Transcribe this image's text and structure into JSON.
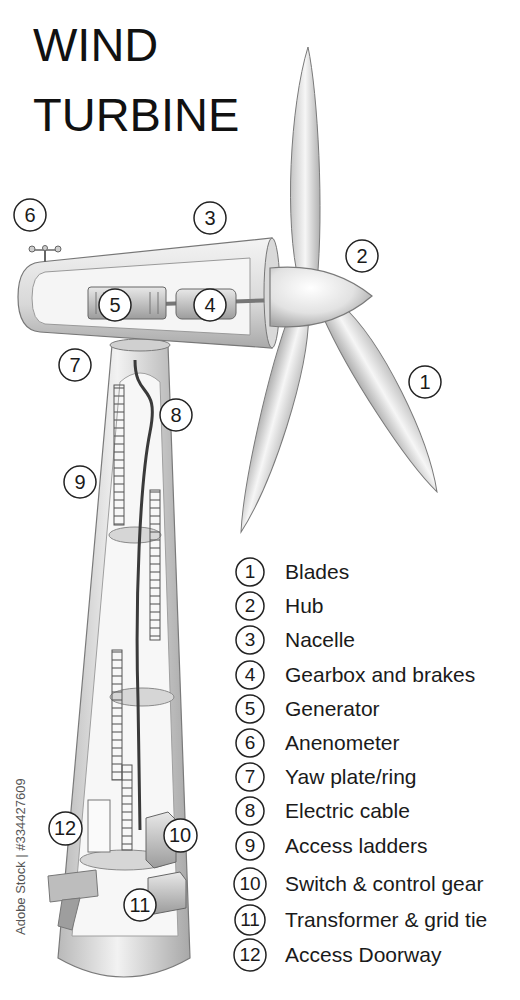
{
  "diagram": {
    "title": "WIND TURBINE",
    "nodes": [
      {
        "text": [
          "6"
        ]
      },
      {
        "text": [
          "3"
        ]
      },
      {
        "text": [
          "2"
        ]
      },
      {
        "text": [
          "5"
        ]
      },
      {
        "text": [
          "4"
        ]
      },
      {
        "text": [
          "7"
        ]
      },
      {
        "text": [
          "1"
        ]
      },
      {
        "text": [
          "8"
        ]
      },
      {
        "text": [
          "9"
        ]
      },
      {
        "text": [
          "12"
        ]
      },
      {
        "text": [
          "10"
        ]
      },
      {
        "text": [
          "11"
        ]
      },
      {
        "text": [
          "1",
          "Blades"
        ]
      },
      {
        "text": [
          "2",
          "Hub"
        ]
      },
      {
        "text": [
          "3",
          "Nacelle"
        ]
      },
      {
        "text": [
          "4",
          "Gearbox and brakes"
        ]
      },
      {
        "text": [
          "5",
          "Generator"
        ]
      },
      {
        "text": [
          "6",
          "Anenometer"
        ]
      },
      {
        "text": [
          "7",
          "Yaw plate/ring"
        ]
      },
      {
        "text": [
          "8",
          "Electric cable"
        ]
      },
      {
        "text": [
          "9",
          "Access ladders"
        ]
      },
      {
        "text": [
          "10",
          "Switch & control gear"
        ]
      },
      {
        "text": [
          "11",
          "Transformer & grid tie"
        ]
      },
      {
        "text": [
          "12",
          "Access Doorway"
        ]
      }
    ],
    "labels": [
      "Adobe Stock | #334427609"
    ]
  }
}
